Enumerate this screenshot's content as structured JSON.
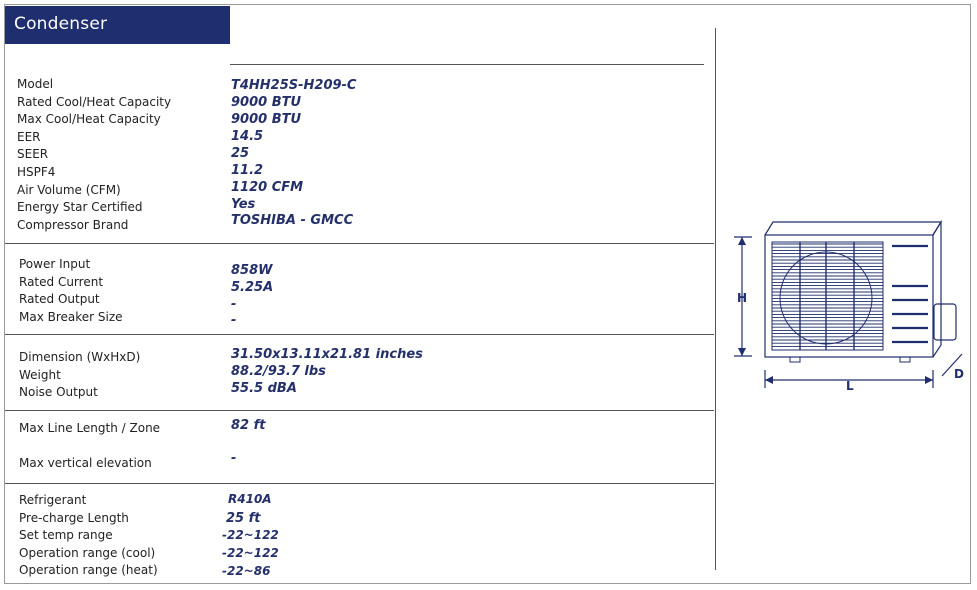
{
  "title": "Condenser Specifications",
  "sections": [
    {
      "rows": [
        {
          "label": "Model",
          "value": "T4HH25S-H209-C"
        },
        {
          "label": "Rated Cool/Heat Capacity",
          "value": "9000 BTU"
        },
        {
          "label": "Max Cool/Heat Capacity",
          "value": "9000 BTU"
        },
        {
          "label": "EER",
          "value": "14.5"
        },
        {
          "label": "SEER",
          "value": "25"
        },
        {
          "label": "HSPF4",
          "value": "11.2"
        },
        {
          "label": "Air Volume (CFM)",
          "value": "1120 CFM"
        },
        {
          "label": "Energy Star Certified",
          "value": "Yes"
        },
        {
          "label": "Compressor Brand",
          "value": "TOSHIBA - GMCC"
        }
      ]
    },
    {
      "rows": [
        {
          "label": "Power Input",
          "value": "858W"
        },
        {
          "label": "Rated Current",
          "value": "5.25A"
        },
        {
          "label": "Rated Output",
          "value": "-"
        },
        {
          "label": "Max Breaker Size",
          "value": "-"
        }
      ]
    },
    {
      "rows": [
        {
          "label": "Dimension (WxHxD)",
          "value": "31.50x13.11x21.81 inches"
        },
        {
          "label": "Weight",
          "value": "88.2/93.7 lbs"
        },
        {
          "label": "Noise Output",
          "value": "55.5 dBA"
        }
      ]
    },
    {
      "rows": [
        {
          "label": "Max Line Length / Zone",
          "value": "82 ft"
        },
        {
          "label": "Max vertical elevation",
          "value": "-"
        }
      ]
    },
    {
      "rows": [
        {
          "label": "Refrigerant",
          "value": "R410A"
        },
        {
          "label": "Pre-charge Length",
          "value": "25 ft"
        },
        {
          "label": "Set temp range",
          "value": "-22~122"
        },
        {
          "label": "Operation range (cool)",
          "value": "-22~122"
        },
        {
          "label": "Operation range (heat)",
          "value": "-22~86"
        }
      ]
    }
  ],
  "diagram": {
    "labels": {
      "height": "H",
      "length": "L",
      "depth": "D"
    },
    "line_color": "#1f2e6e",
    "label_color": "#1f2e6e"
  },
  "colors": {
    "title_bg": "#1f2e6e",
    "value_text": "#24306a",
    "label_text": "#222222"
  }
}
